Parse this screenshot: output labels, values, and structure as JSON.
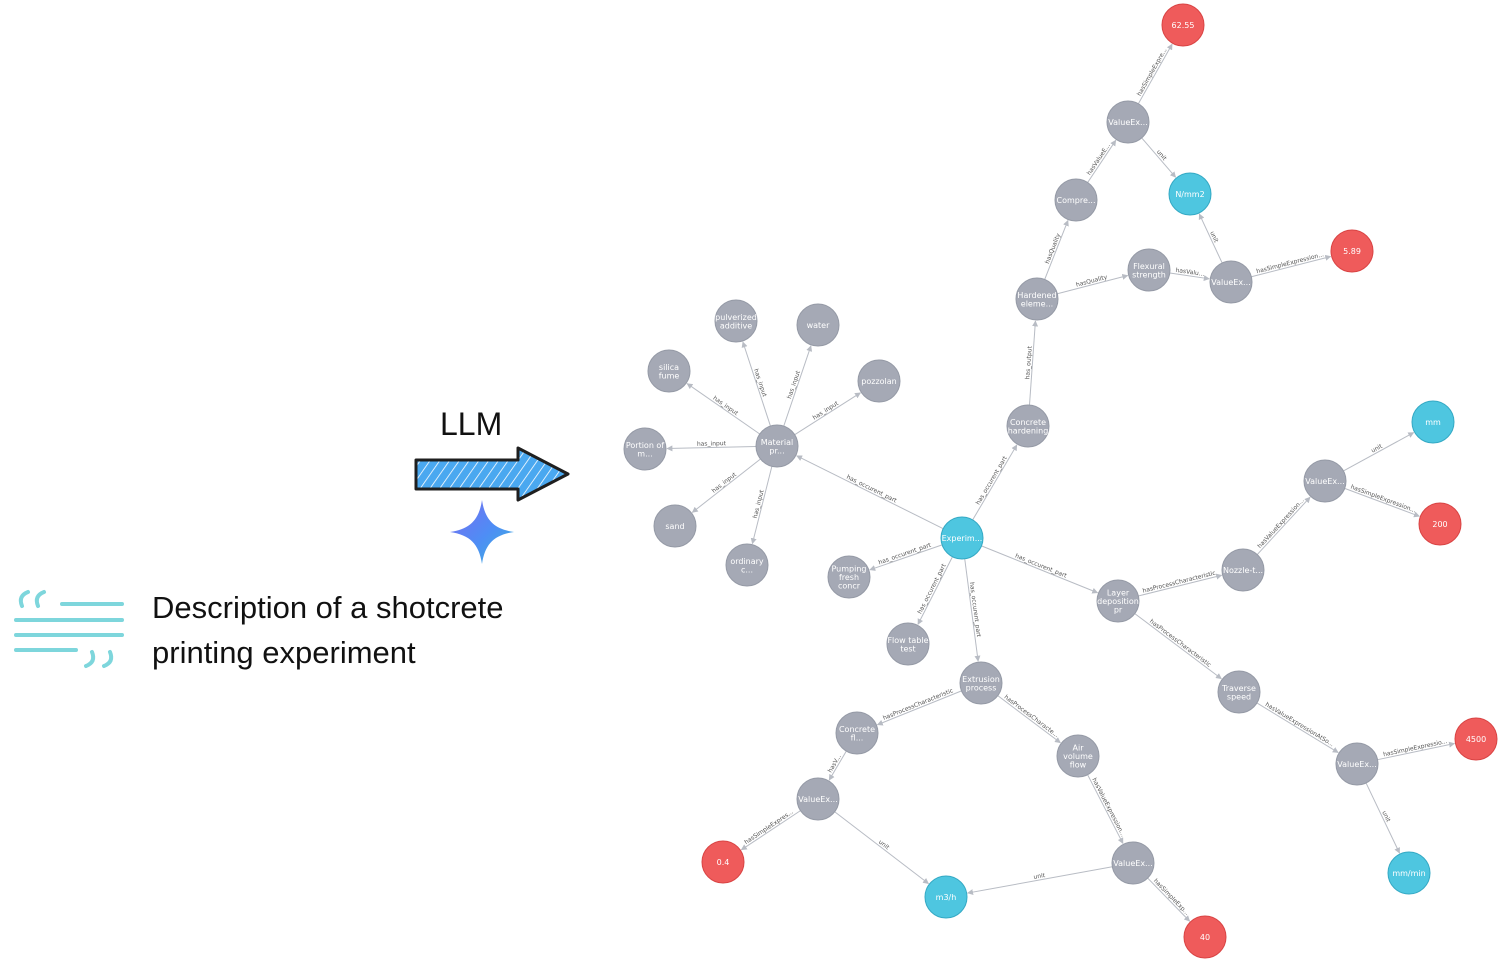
{
  "llm_label": "LLM",
  "description": {
    "line1": "Description of a shotcrete",
    "line2": "printing experiment"
  },
  "icons": {
    "arrow": "right-arrow-icon",
    "sparkle": "gemini-sparkle-icon",
    "quote": "quote-text-icon"
  },
  "colors": {
    "class_node": "#a5a9b5",
    "instance_node": "#4ec6e0",
    "literal_node": "#ef5b5b",
    "arrow_fill": "#3d9be9",
    "quote_icon": "#7ed6dc"
  },
  "graph": {
    "nodes": [
      {
        "id": "experim",
        "label": [
          "Experim..."
        ],
        "kind": "instance"
      },
      {
        "id": "material",
        "label": [
          "Material",
          "pr..."
        ],
        "kind": "class"
      },
      {
        "id": "pulverized",
        "label": [
          "pulverized",
          "additive"
        ],
        "kind": "class"
      },
      {
        "id": "water",
        "label": [
          "water"
        ],
        "kind": "class"
      },
      {
        "id": "silica",
        "label": [
          "silica",
          "fume"
        ],
        "kind": "class"
      },
      {
        "id": "pozzolan",
        "label": [
          "pozzolan"
        ],
        "kind": "class"
      },
      {
        "id": "portion",
        "label": [
          "Portion of",
          "m..."
        ],
        "kind": "class"
      },
      {
        "id": "sand",
        "label": [
          "sand"
        ],
        "kind": "class"
      },
      {
        "id": "ordinary",
        "label": [
          "ordinary",
          "c..."
        ],
        "kind": "class"
      },
      {
        "id": "pumping",
        "label": [
          "Pumping",
          "fresh",
          "concr"
        ],
        "kind": "class"
      },
      {
        "id": "flowtable",
        "label": [
          "Flow table",
          "test"
        ],
        "kind": "class"
      },
      {
        "id": "extrusion",
        "label": [
          "Extrusion",
          "process"
        ],
        "kind": "class"
      },
      {
        "id": "concretefl",
        "label": [
          "Concrete",
          "fl..."
        ],
        "kind": "class"
      },
      {
        "id": "airvolume",
        "label": [
          "Air",
          "volume",
          "flow"
        ],
        "kind": "class"
      },
      {
        "id": "valueex_cf",
        "label": [
          "ValueEx..."
        ],
        "kind": "class"
      },
      {
        "id": "valueex_av",
        "label": [
          "ValueEx..."
        ],
        "kind": "class"
      },
      {
        "id": "v04",
        "label": [
          "0.4"
        ],
        "kind": "literal"
      },
      {
        "id": "m3h",
        "label": [
          "m3/h"
        ],
        "kind": "instance"
      },
      {
        "id": "v40",
        "label": [
          "40"
        ],
        "kind": "literal"
      },
      {
        "id": "concreteh",
        "label": [
          "Concrete",
          "hardening"
        ],
        "kind": "class"
      },
      {
        "id": "hardened",
        "label": [
          "Hardened",
          "eleme..."
        ],
        "kind": "class"
      },
      {
        "id": "compre",
        "label": [
          "Compre..."
        ],
        "kind": "class"
      },
      {
        "id": "valueex_c",
        "label": [
          "ValueEx..."
        ],
        "kind": "class"
      },
      {
        "id": "v6255",
        "label": [
          "62.55"
        ],
        "kind": "literal"
      },
      {
        "id": "nmm2",
        "label": [
          "N/mm2"
        ],
        "kind": "instance"
      },
      {
        "id": "flexural",
        "label": [
          "Flexural",
          "strength"
        ],
        "kind": "class"
      },
      {
        "id": "valueex_f",
        "label": [
          "ValueEx..."
        ],
        "kind": "class"
      },
      {
        "id": "v589",
        "label": [
          "5.89"
        ],
        "kind": "literal"
      },
      {
        "id": "layer",
        "label": [
          "Layer",
          "deposition",
          "pr"
        ],
        "kind": "class"
      },
      {
        "id": "nozzle",
        "label": [
          "Nozzle-t..."
        ],
        "kind": "class"
      },
      {
        "id": "valueex_n",
        "label": [
          "ValueEx..."
        ],
        "kind": "class"
      },
      {
        "id": "mm",
        "label": [
          "mm"
        ],
        "kind": "instance"
      },
      {
        "id": "v200",
        "label": [
          "200"
        ],
        "kind": "literal"
      },
      {
        "id": "traverse",
        "label": [
          "Traverse",
          "speed"
        ],
        "kind": "class"
      },
      {
        "id": "valueex_t",
        "label": [
          "ValueEx..."
        ],
        "kind": "class"
      },
      {
        "id": "v4500",
        "label": [
          "4500"
        ],
        "kind": "literal"
      },
      {
        "id": "mmmin",
        "label": [
          "mm/min"
        ],
        "kind": "instance"
      }
    ],
    "edges": [
      {
        "from": "material",
        "to": "pulverized",
        "label": "has_input"
      },
      {
        "from": "material",
        "to": "water",
        "label": "has_input"
      },
      {
        "from": "material",
        "to": "silica",
        "label": "has_input"
      },
      {
        "from": "material",
        "to": "pozzolan",
        "label": "has_input"
      },
      {
        "from": "material",
        "to": "portion",
        "label": "has_input"
      },
      {
        "from": "material",
        "to": "sand",
        "label": "has_input"
      },
      {
        "from": "material",
        "to": "ordinary",
        "label": "has_input"
      },
      {
        "from": "experim",
        "to": "material",
        "label": "has_occurent_part"
      },
      {
        "from": "experim",
        "to": "pumping",
        "label": "has_occurent_part"
      },
      {
        "from": "experim",
        "to": "flowtable",
        "label": "has_occurent_part"
      },
      {
        "from": "experim",
        "to": "extrusion",
        "label": "has_occurent_part"
      },
      {
        "from": "experim",
        "to": "concreteh",
        "label": "has_occurent_part"
      },
      {
        "from": "experim",
        "to": "layer",
        "label": "has_occurent_part"
      },
      {
        "from": "concreteh",
        "to": "hardened",
        "label": "has_output"
      },
      {
        "from": "hardened",
        "to": "compre",
        "label": "hasQuality"
      },
      {
        "from": "hardened",
        "to": "flexural",
        "label": "hasQuality"
      },
      {
        "from": "compre",
        "to": "valueex_c",
        "label": "hasValueE..."
      },
      {
        "from": "valueex_c",
        "to": "v6255",
        "label": "hasSimpleExpre..."
      },
      {
        "from": "valueex_c",
        "to": "nmm2",
        "label": "unit"
      },
      {
        "from": "flexural",
        "to": "valueex_f",
        "label": "hasValu..."
      },
      {
        "from": "valueex_f",
        "to": "nmm2",
        "label": "unit"
      },
      {
        "from": "valueex_f",
        "to": "v589",
        "label": "hasSimpleExpression..."
      },
      {
        "from": "extrusion",
        "to": "concretefl",
        "label": "hasProcessCharacteristic"
      },
      {
        "from": "extrusion",
        "to": "airvolume",
        "label": "hasProcessCharacte..."
      },
      {
        "from": "concretefl",
        "to": "valueex_cf",
        "label": "hasV..."
      },
      {
        "from": "valueex_cf",
        "to": "v04",
        "label": "hasSimpleExpres..."
      },
      {
        "from": "valueex_cf",
        "to": "m3h",
        "label": "unit"
      },
      {
        "from": "airvolume",
        "to": "valueex_av",
        "label": "hasValueExpression..."
      },
      {
        "from": "valueex_av",
        "to": "m3h",
        "label": "unit"
      },
      {
        "from": "valueex_av",
        "to": "v40",
        "label": "hasSimpleExp..."
      },
      {
        "from": "layer",
        "to": "nozzle",
        "label": "hasProcessCharacteristic"
      },
      {
        "from": "layer",
        "to": "traverse",
        "label": "hasProcessCharacteristic"
      },
      {
        "from": "nozzle",
        "to": "valueex_n",
        "label": "hasValueExpression..."
      },
      {
        "from": "valueex_n",
        "to": "mm",
        "label": "unit"
      },
      {
        "from": "valueex_n",
        "to": "v200",
        "label": "hasSimpleExpression..."
      },
      {
        "from": "traverse",
        "to": "valueex_t",
        "label": "hasValueExpressionAtSo..."
      },
      {
        "from": "valueex_t",
        "to": "v4500",
        "label": "hasSimpleExpressio..."
      },
      {
        "from": "valueex_t",
        "to": "mmmin",
        "label": "unit"
      }
    ]
  }
}
